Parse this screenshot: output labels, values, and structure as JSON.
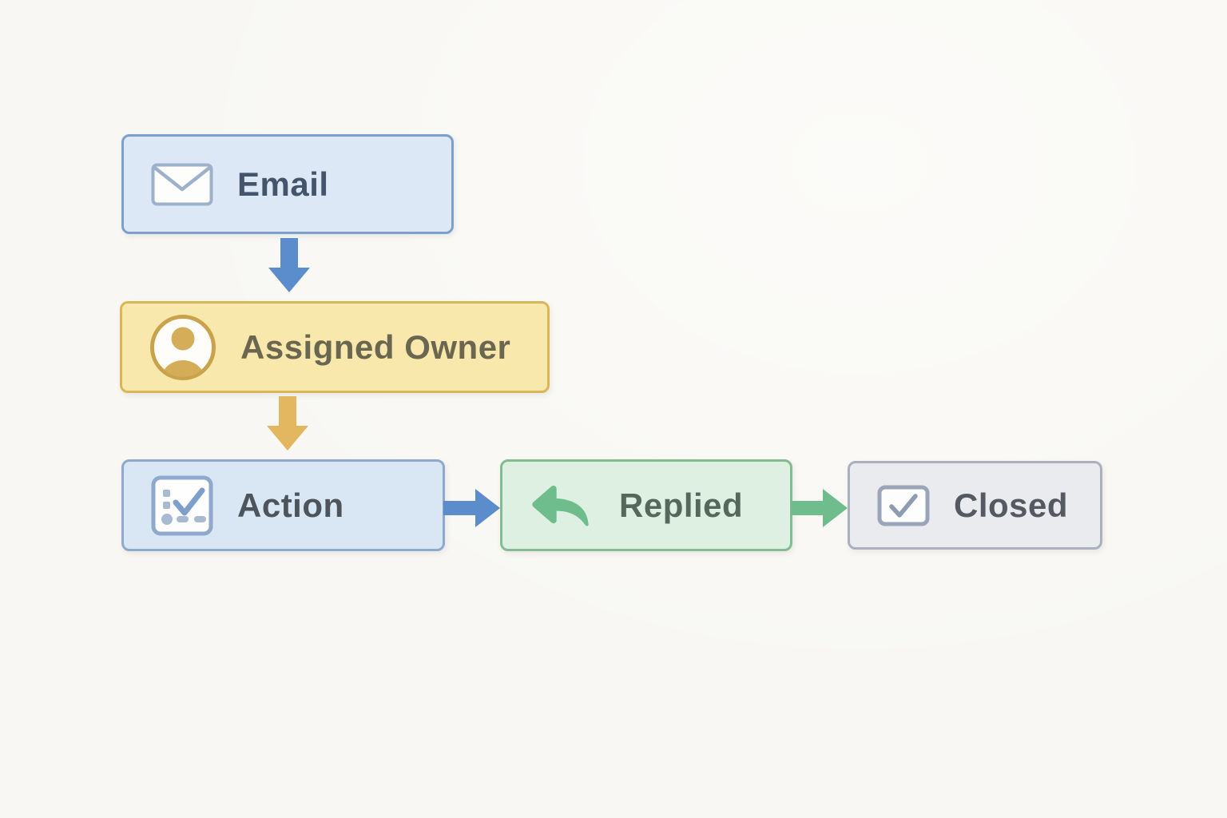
{
  "diagram": {
    "background_color": "#f8f7f3",
    "nodes": [
      {
        "id": "email",
        "label": "Email",
        "icon": "envelope-icon",
        "fill": "#dce8f6",
        "border": "#7d9fcc",
        "text_color": "#44546a"
      },
      {
        "id": "assigned_owner",
        "label": "Assigned Owner",
        "icon": "person-icon",
        "fill": "#f8e8ab",
        "border": "#d9b757",
        "text_color": "#6b664f"
      },
      {
        "id": "action",
        "label": "Action",
        "icon": "checklist-icon",
        "fill": "#d9e7f5",
        "border": "#8fa9cc",
        "text_color": "#4e545c"
      },
      {
        "id": "replied",
        "label": "Replied",
        "icon": "reply-icon",
        "fill": "#def0e2",
        "border": "#85bb93",
        "text_color": "#56685c"
      },
      {
        "id": "closed",
        "label": "Closed",
        "icon": "checkbox-icon",
        "fill": "#e9ebef",
        "border": "#aab1bd",
        "text_color": "#555a62"
      }
    ],
    "edges": [
      {
        "from": "email",
        "to": "assigned_owner",
        "direction": "down",
        "color": "#5b8ccb"
      },
      {
        "from": "assigned_owner",
        "to": "action",
        "direction": "down",
        "color": "#e3b75f"
      },
      {
        "from": "action",
        "to": "replied",
        "direction": "right",
        "color": "#5b8ccb"
      },
      {
        "from": "replied",
        "to": "closed",
        "direction": "right",
        "color": "#6fbd8d"
      }
    ]
  }
}
